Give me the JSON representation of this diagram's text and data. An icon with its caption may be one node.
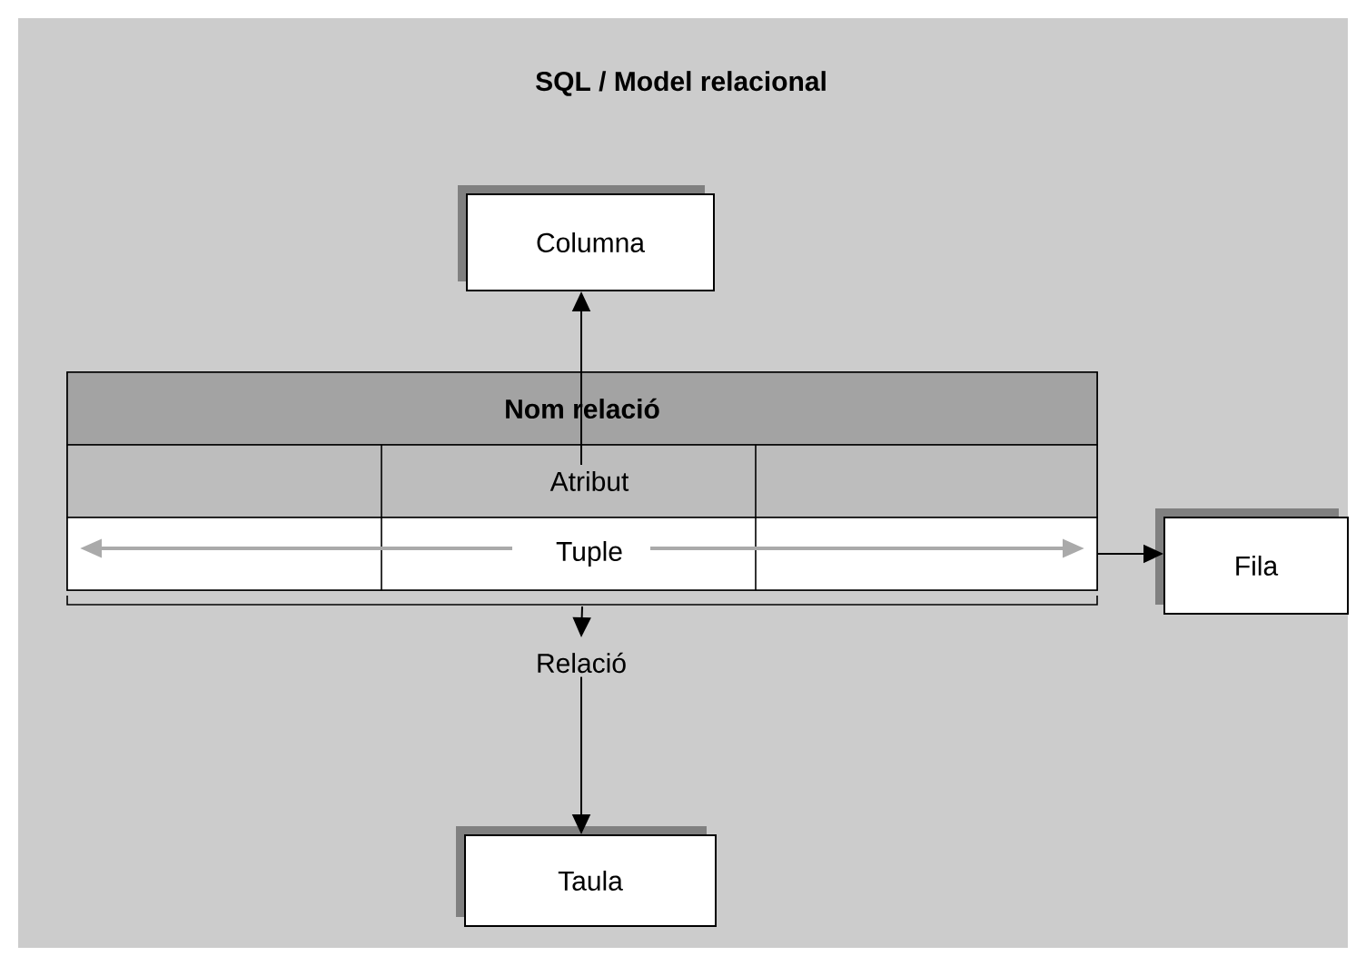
{
  "diagram": {
    "title": "SQL / Model relacional",
    "nodes": [
      {
        "text": [
          "Columna"
        ]
      },
      {
        "text": [
          "Nom relació"
        ]
      },
      {
        "text": [
          "Atribut"
        ],
        "in": 1
      },
      {
        "text": [
          "Tuple"
        ],
        "in": 1
      },
      {
        "text": [
          "Fila"
        ]
      },
      {
        "text": [
          "Relació"
        ]
      },
      {
        "text": [
          "Taula"
        ]
      }
    ],
    "edges": [
      {
        "from": 2,
        "to": 0,
        "arrow": "to"
      },
      {
        "from": 3,
        "to": 4,
        "arrow": "to"
      },
      {
        "from": 1,
        "to": 5,
        "arrow": "to"
      },
      {
        "from": 5,
        "to": 6,
        "arrow": "to"
      }
    ]
  }
}
